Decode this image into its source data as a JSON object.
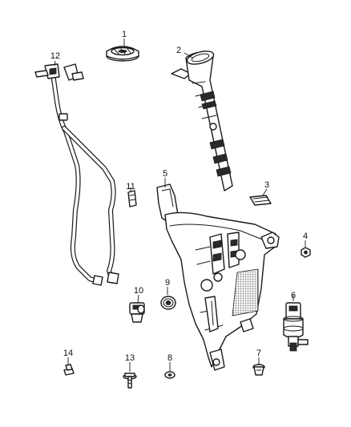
{
  "callouts": {
    "c1": "1",
    "c2": "2",
    "c3": "3",
    "c4": "4",
    "c5": "5",
    "c6": "6",
    "c7": "7",
    "c8": "8",
    "c9": "9",
    "c10": "10",
    "c11": "11",
    "c12": "12",
    "c13": "13",
    "c14": "14"
  },
  "parts": [
    {
      "callout": "1",
      "icon": "washer-filler-cap"
    },
    {
      "callout": "2",
      "icon": "filler-neck-tube"
    },
    {
      "callout": "3",
      "icon": "tank-seal-pad"
    },
    {
      "callout": "4",
      "icon": "hex-nut"
    },
    {
      "callout": "5",
      "icon": "washer-reservoir"
    },
    {
      "callout": "6",
      "icon": "washer-pump"
    },
    {
      "callout": "7",
      "icon": "push-pin-fastener"
    },
    {
      "callout": "8",
      "icon": "flat-washer"
    },
    {
      "callout": "9",
      "icon": "pump-grommet"
    },
    {
      "callout": "10",
      "icon": "level-sensor-connector"
    },
    {
      "callout": "11",
      "icon": "hose-clip"
    },
    {
      "callout": "12",
      "icon": "washer-hose-assembly"
    },
    {
      "callout": "13",
      "icon": "mounting-bolt"
    },
    {
      "callout": "14",
      "icon": "retainer-clip"
    }
  ]
}
